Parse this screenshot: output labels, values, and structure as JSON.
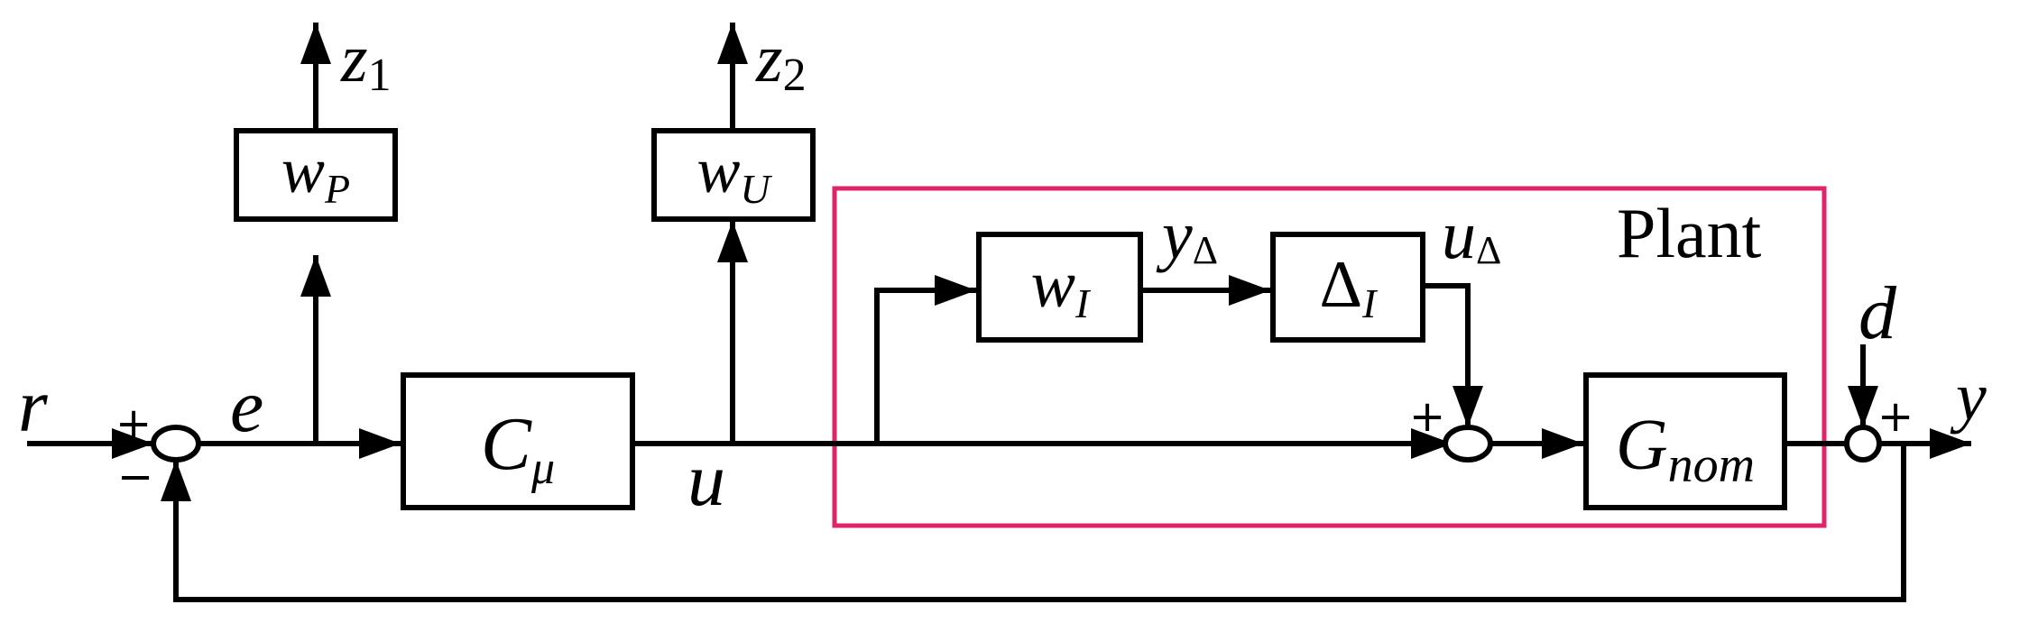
{
  "colors": {
    "line": "#000000",
    "plant_box": "#e0246a",
    "background": "#ffffff"
  },
  "signals": {
    "r": "r",
    "e": "e",
    "u": "u",
    "d": "d",
    "y": "y",
    "z1_base": "z",
    "z1_sub": "1",
    "z2_base": "z",
    "z2_sub": "2",
    "y_delta_base": "y",
    "y_delta_sub": "Δ",
    "u_delta_base": "u",
    "u_delta_sub": "Δ"
  },
  "blocks": {
    "wp_base": "w",
    "wp_sub": "P",
    "wu_base": "w",
    "wu_sub": "U",
    "wi_base": "w",
    "wi_sub": "I",
    "delta_base": "Δ",
    "delta_sub": "I",
    "c_base": "C",
    "c_sub": "μ",
    "g_base": "G",
    "g_sub": "nom"
  },
  "plant_label": "Plant",
  "signs": {
    "plus": "+",
    "minus": "−"
  }
}
